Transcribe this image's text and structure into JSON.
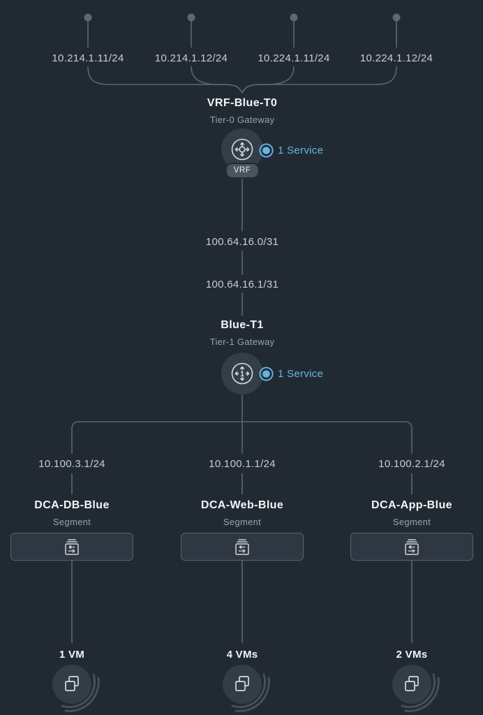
{
  "colors": {
    "background": "#212a32",
    "connector": "#5b6670",
    "accent_blue": "#64b5e6",
    "node_fill": "#343e48",
    "segment_fill": "#2f3842",
    "text_primary": "#f2f5f7",
    "text_secondary": "#9aa4ad",
    "ip_label": "#c8cdd3"
  },
  "icons": {
    "uplink": "uplink-port-dot",
    "tier0": "tier0-gateway-icon",
    "tier1": "tier1-gateway-icon",
    "service": "service-status-icon",
    "segment": "segment-switch-icon",
    "vm": "vm-stack-icon"
  },
  "topology": {
    "uplinks": [
      {
        "ip": "10.214.1.11/24"
      },
      {
        "ip": "10.214.1.12/24"
      },
      {
        "ip": "10.224.1.11/24"
      },
      {
        "ip": "10.224.1.12/24"
      }
    ],
    "tier0": {
      "name": "VRF-Blue-T0",
      "type": "Tier-0 Gateway",
      "vrf_badge": "VRF",
      "service_label": "1 Service"
    },
    "link": {
      "ip_top": "100.64.16.0/31",
      "ip_bottom": "100.64.16.1/31"
    },
    "tier1": {
      "name": "Blue-T1",
      "type": "Tier-1 Gateway",
      "service_label": "1 Service"
    },
    "segments": [
      {
        "gateway_ip": "10.100.3.1/24",
        "name": "DCA-DB-Blue",
        "type": "Segment",
        "vm_count": "1 VM"
      },
      {
        "gateway_ip": "10.100.1.1/24",
        "name": "DCA-Web-Blue",
        "type": "Segment",
        "vm_count": "4 VMs"
      },
      {
        "gateway_ip": "10.100.2.1/24",
        "name": "DCA-App-Blue",
        "type": "Segment",
        "vm_count": "2 VMs"
      }
    ]
  }
}
